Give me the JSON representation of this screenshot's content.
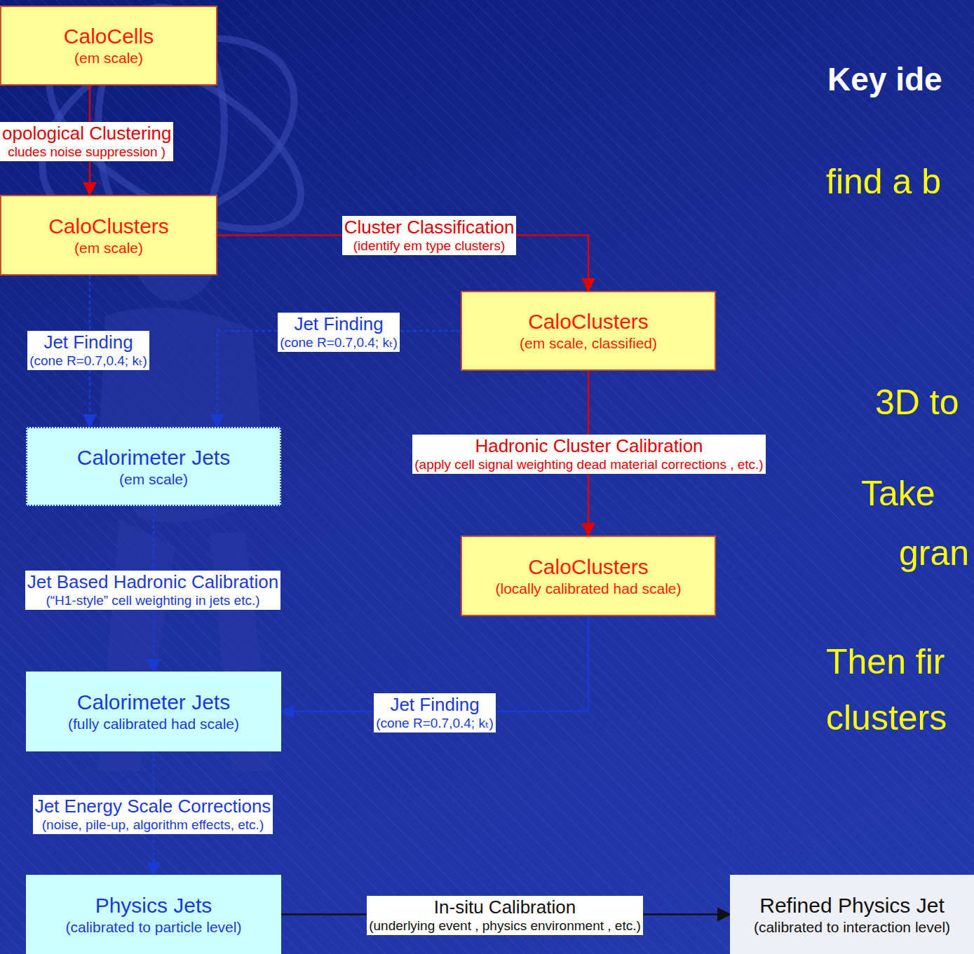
{
  "diagram": {
    "nodes": [
      {
        "text": [
          "CaloCells",
          "(em scale)"
        ]
      },
      {
        "text": [
          "CaloClusters",
          "(em scale)"
        ]
      },
      {
        "text": [
          "CaloClusters",
          "(em scale, classified)"
        ]
      },
      {
        "text": [
          "Calorimeter Jets",
          "(em scale)"
        ]
      },
      {
        "text": [
          "CaloClusters",
          "(locally calibrated had scale)"
        ]
      },
      {
        "text": [
          "Calorimeter Jets",
          "(fully calibrated had scale)"
        ]
      },
      {
        "text": [
          "Physics Jets",
          "(calibrated to particle level)"
        ]
      },
      {
        "text": [
          "Refined Physics Jet",
          "(calibrated to interaction level)"
        ]
      }
    ],
    "edges": [
      {
        "from": 0,
        "to": 1,
        "label": "opological Clustering",
        "arrow": "to"
      },
      {
        "from": 1,
        "to": 2,
        "label": "Cluster Classification",
        "arrow": "to"
      },
      {
        "from": 1,
        "to": 3,
        "label": "Jet Finding",
        "arrow": "to"
      },
      {
        "from": 2,
        "to": 3,
        "label": "Jet Finding",
        "arrow": "to"
      },
      {
        "from": 2,
        "to": 4,
        "label": "Hadronic Cluster Calibration",
        "arrow": "to"
      },
      {
        "from": 3,
        "to": 5,
        "label": "Jet Based Hadronic Calibration",
        "arrow": "to"
      },
      {
        "from": 4,
        "to": 5,
        "label": "Jet Finding",
        "arrow": "to"
      },
      {
        "from": 5,
        "to": 6,
        "label": "Jet Energy Scale Corrections",
        "arrow": "to"
      },
      {
        "from": 6,
        "to": 7,
        "label": "In-situ Calibration",
        "arrow": "to"
      }
    ],
    "labels": [
      "cludes noise suppression )",
      "(identify em type clusters)",
      "(cone R=0.7,0.4; kₜ)",
      "(cone R=0.7,0.4; kₜ)",
      "(apply cell signal weighting dead material corrections , etc.)",
      "(“H1-style” cell weighting in jets etc.)",
      "(cone R=0.7,0.4; kₜ)",
      "(noise, pile-up, algorithm effects, etc.)",
      "(underlying event , physics environment , etc.)",
      "Key ide",
      "find a b",
      "3D to",
      "Take",
      "gran",
      "Then fir",
      "clusters"
    ]
  }
}
